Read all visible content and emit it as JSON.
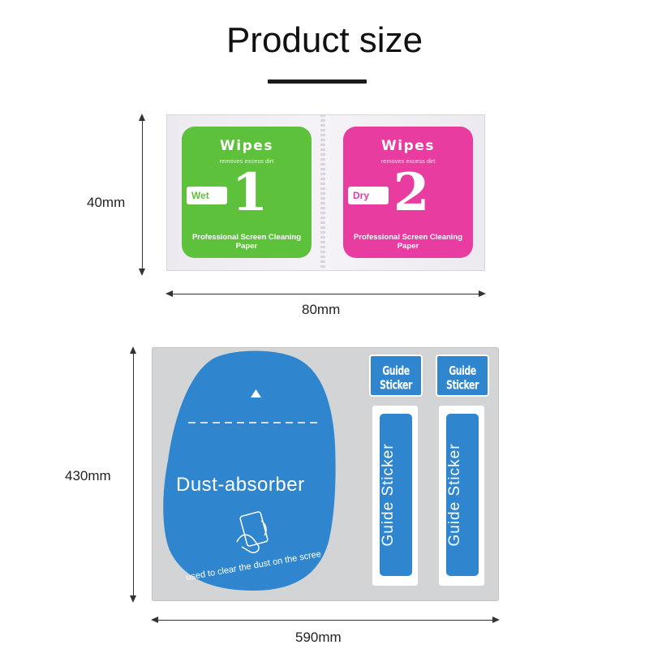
{
  "title": "Product size",
  "wipes": {
    "width_label": "80mm",
    "height_label": "40mm",
    "items": [
      {
        "title": "Wipes",
        "subtitle": "removes excess dirt",
        "kind": "Wet",
        "number": "1",
        "footer": "Professional Screen Cleaning Paper",
        "color": "#5ec13b"
      },
      {
        "title": "Wipes",
        "subtitle": "removes excess dirt",
        "kind": "Dry",
        "number": "2",
        "footer": "Professional Screen Cleaning Paper",
        "color": "#e83ca1"
      }
    ]
  },
  "stickers": {
    "width_label": "590mm",
    "height_label": "430mm",
    "dust_absorber": {
      "label": "Dust-absorber",
      "caption": "used to clear the dust on the scree",
      "icon": "hand-wiping-phone-icon"
    },
    "guide_stickers": [
      {
        "head": "Guide Sticker",
        "strip": "Guide Sticker"
      },
      {
        "head": "Guide Sticker",
        "strip": "Guide Sticker"
      }
    ],
    "accent_color": "#2f86cf"
  }
}
